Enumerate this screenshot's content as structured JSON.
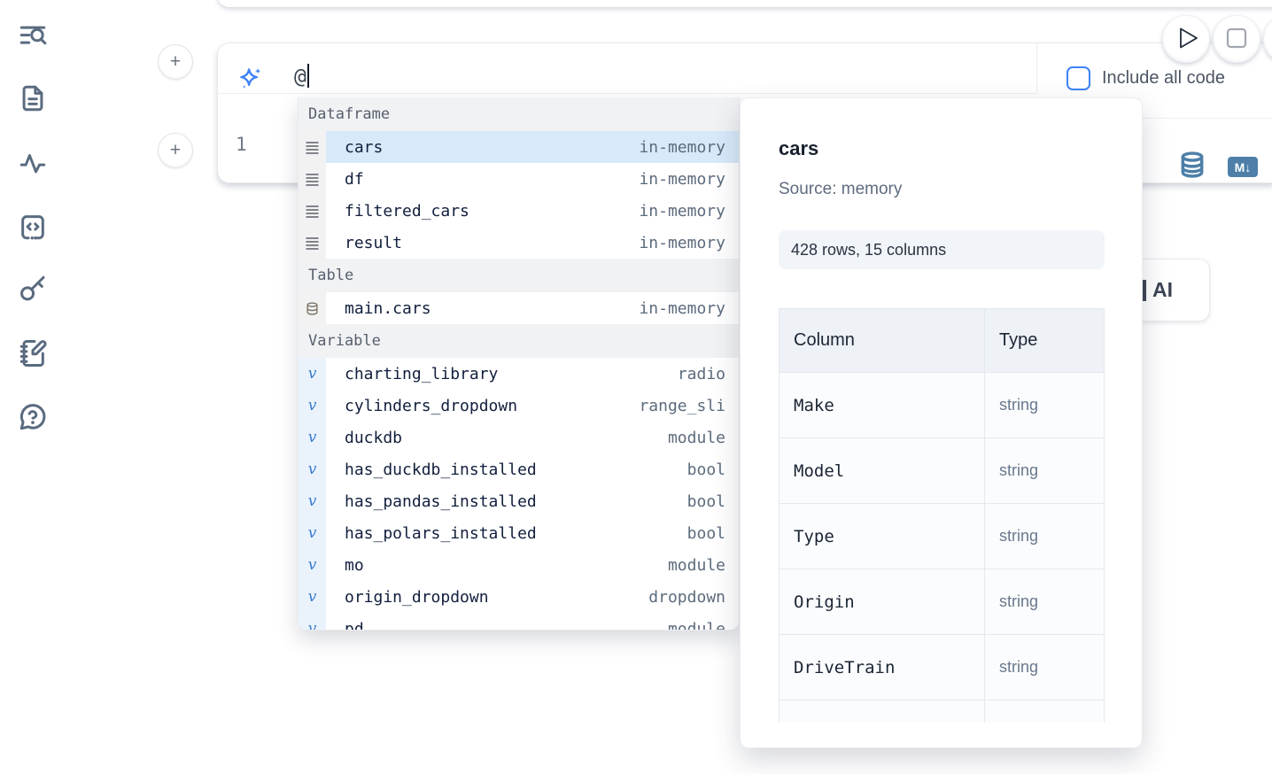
{
  "sidebar": {
    "items": [
      {
        "icon": "list-search-icon"
      },
      {
        "icon": "file-text-icon"
      },
      {
        "icon": "activity-icon"
      },
      {
        "icon": "code-snippets-icon"
      },
      {
        "icon": "key-icon"
      },
      {
        "icon": "notebook-pen-icon"
      },
      {
        "icon": "help-chat-icon"
      }
    ]
  },
  "canvas": {
    "add_cell_label": "+"
  },
  "cell": {
    "ai_prompt": {
      "value": "@",
      "include_all_code_label": "Include all code",
      "include_all_code_checked": false
    },
    "editor": {
      "line_number": "1"
    },
    "markdown_badge": "M↓"
  },
  "autocomplete": {
    "sections": [
      {
        "label": "Dataframe",
        "icon": "dataframe-icon",
        "items": [
          {
            "name": "cars",
            "type": "in-memory",
            "selected": true
          },
          {
            "name": "df",
            "type": "in-memory"
          },
          {
            "name": "filtered_cars",
            "type": "in-memory"
          },
          {
            "name": "result",
            "type": "in-memory"
          }
        ]
      },
      {
        "label": "Table",
        "icon": "database-icon",
        "items": [
          {
            "name": "main.cars",
            "type": "in-memory"
          }
        ]
      },
      {
        "label": "Variable",
        "icon": "variable-icon",
        "items": [
          {
            "name": "charting_library",
            "type": "radio"
          },
          {
            "name": "cylinders_dropdown",
            "type": "range_sli"
          },
          {
            "name": "duckdb",
            "type": "module"
          },
          {
            "name": "has_duckdb_installed",
            "type": "bool"
          },
          {
            "name": "has_pandas_installed",
            "type": "bool"
          },
          {
            "name": "has_polars_installed",
            "type": "bool"
          },
          {
            "name": "mo",
            "type": "module"
          },
          {
            "name": "origin_dropdown",
            "type": "dropdown"
          },
          {
            "name": "pd",
            "type": "module"
          }
        ]
      }
    ]
  },
  "preview": {
    "title": "cars",
    "source": "Source: memory",
    "shape": "428 rows, 15 columns",
    "table": {
      "headers": [
        "Column",
        "Type"
      ],
      "rows": [
        [
          "Make",
          "string"
        ],
        [
          "Model",
          "string"
        ],
        [
          "Type",
          "string"
        ],
        [
          "Origin",
          "string"
        ],
        [
          "DriveTrain",
          "string"
        ]
      ]
    }
  },
  "generate_ai_button": {
    "visible_label": "AI"
  },
  "colors": {
    "accent_blue": "#3f83f8",
    "steel_blue": "#4d7fa8",
    "selection_blue": "#d8e9fa",
    "section_header_bg": "#f1f2f4",
    "variable_gutter": "#eaf3fc"
  }
}
